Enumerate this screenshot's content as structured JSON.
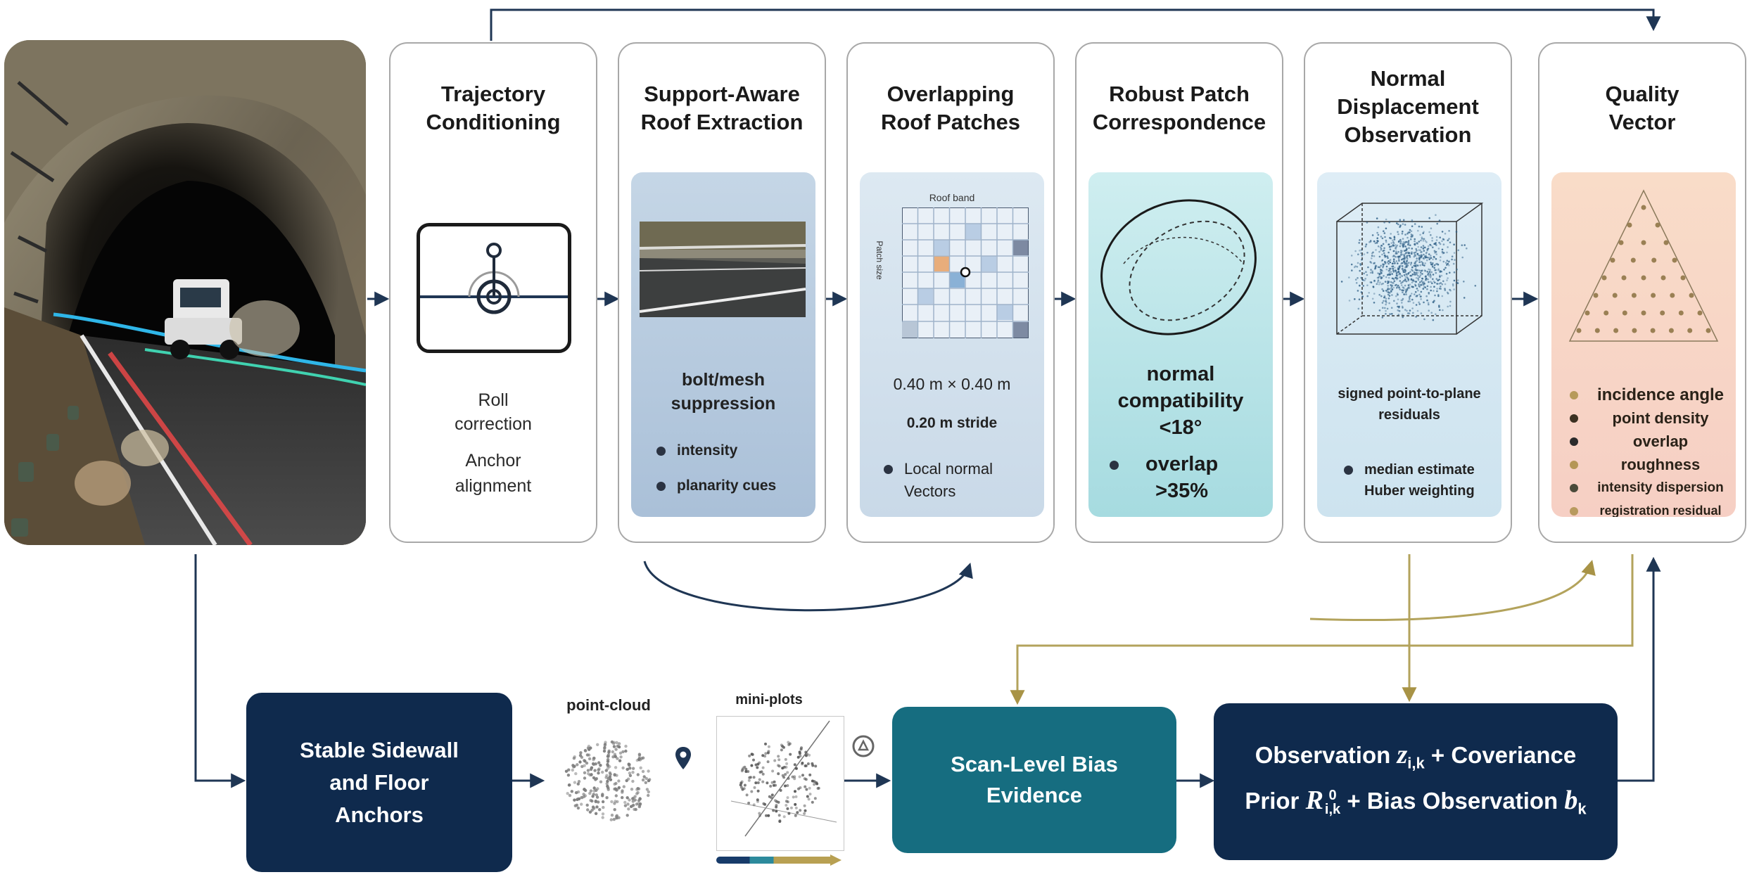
{
  "stages": {
    "trajectory": {
      "title_lines": [
        "Trajectory",
        "Conditioning"
      ],
      "notes": [
        "Roll",
        "correction",
        "Anchor",
        "alignment"
      ]
    },
    "roof_extraction": {
      "title_lines": [
        "Support-Aware",
        "Roof Extraction"
      ],
      "main_lines": [
        "bolt/mesh",
        "suppression"
      ],
      "bullets": [
        "intensity",
        "planarity cues"
      ]
    },
    "roof_patches": {
      "title_lines": [
        "Overlapping",
        "Roof Patches"
      ],
      "grid_title": "Roof band",
      "grid_side_label": "Patch size",
      "size_text": "0.40 m × 0.40 m",
      "stride_text": "0.20 m stride",
      "bullet_lines": [
        "Local normal",
        "Vectors"
      ]
    },
    "correspondence": {
      "title_lines": [
        "Robust Patch",
        "Correspondence"
      ],
      "main_lines": [
        "normal",
        "compatibility",
        "<18°"
      ],
      "bullet_lines": [
        "overlap",
        ">35%"
      ]
    },
    "displacement": {
      "title_lines": [
        "Normal",
        "Displacement",
        "Observation"
      ],
      "main_lines": [
        "signed point-to-plane",
        "residuals"
      ],
      "bullet_lines": [
        "median estimate",
        "Huber weighting"
      ]
    },
    "quality": {
      "title_lines": [
        "Quality",
        "Vector"
      ],
      "items": [
        "incidence angle",
        "point density",
        "overlap",
        "roughness",
        "intensity dispersion",
        "registration residual"
      ],
      "item_colors": [
        "#b79a5a",
        "#3c3122",
        "#2b2b2b",
        "#b59655",
        "#4a4a3a",
        "#b89a5e"
      ]
    }
  },
  "bottom": {
    "anchors_lines": [
      "Stable Sidewall",
      "and Floor",
      "Anchors"
    ],
    "point_cloud_label": "point-cloud",
    "mini_plots_label": "mini-plots",
    "bias_lines": [
      "Scan-Level Bias",
      "Evidence"
    ],
    "observation_line1": {
      "pre": "Observation ",
      "var": "z",
      "sub": "i,k",
      "post": " + Coveriance"
    },
    "observation_line2": {
      "pre": "Prior ",
      "var": "R",
      "sup": "0",
      "sub": "i,k",
      "post": " + Bias Observation ",
      "var2": "b",
      "sub2": "k"
    }
  },
  "icons": [
    "location-pin-icon",
    "target-icon",
    "flag-icon"
  ],
  "colors": {
    "navy": "#0f2a4d",
    "teal": "#166d80",
    "gold_line": "#b3a35c",
    "arrow": "#1f3654"
  }
}
